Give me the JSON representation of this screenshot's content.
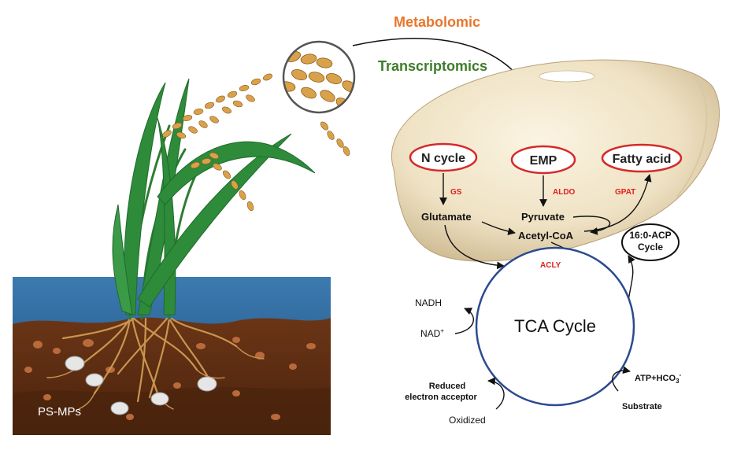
{
  "title_metabolomic": "Metabolomic",
  "title_transcriptomics": "Transcriptomics",
  "soil_label": "PS-MPs",
  "pathway_boxes": {
    "n_cycle": "N cycle",
    "emp": "EMP",
    "fatty_acid": "Fatty acid"
  },
  "enzymes": {
    "gs": "GS",
    "aldo": "ALDO",
    "gpat": "GPAT",
    "acly": "ACLY"
  },
  "metabolites": {
    "glutamate": "Glutamate",
    "pyruvate": "Pyruvate",
    "acetyl_coa": "Acetyl-CoA"
  },
  "acp_cycle": {
    "line1": "16:0-ACP",
    "line2": "Cycle"
  },
  "tca": {
    "label": "TCA Cycle",
    "nadh": "NADH",
    "nad": "NAD",
    "nad_sup": "+",
    "atp": "ATP+HCO",
    "atp_sub": "3",
    "atp_sup": "-",
    "substrate": "Substrate",
    "reduced_line1": "Reduced",
    "reduced_line2": "electron acceptor",
    "oxidized": "Oxidized"
  },
  "colors": {
    "orange_title": "#e8762b",
    "green_title": "#3e7d2a",
    "red_outline": "#d42a2a",
    "enzyme_red": "#e02020",
    "tca_blue": "#2b4a8f",
    "water": "#3d7ab0",
    "soil": "#6b3516",
    "soil_light": "#8a4a22",
    "root": "#c9964f",
    "leaf": "#2e8b3a",
    "grain": "#d9a24a",
    "seed": "#efe2c4"
  }
}
